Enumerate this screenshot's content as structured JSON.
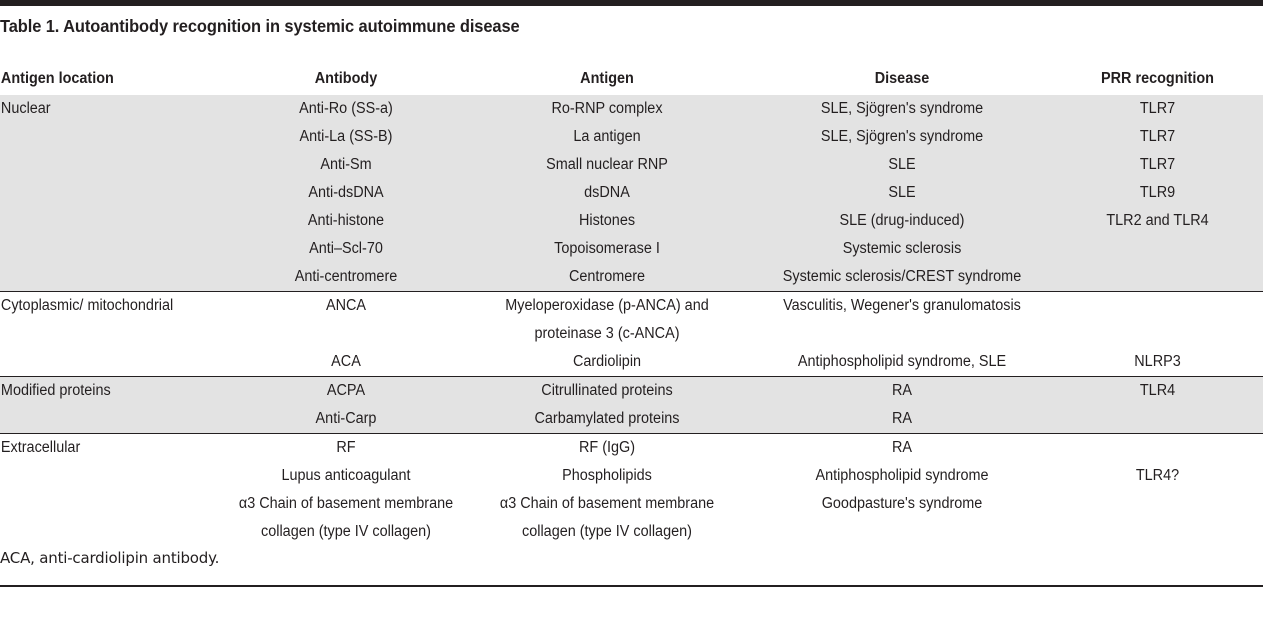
{
  "figure": {
    "title": "Table 1. Autoantibody recognition in systemic autoimmune disease",
    "footnote": "ACA, anti-cardiolipin antibody.",
    "colors": {
      "rule": "#231f20",
      "shaded_band": "#e3e3e3",
      "page_background": "#ffffff",
      "text": "#231f20"
    }
  },
  "table": {
    "columns": [
      {
        "key": "antigen_location",
        "header": "Antigen location",
        "align": "left"
      },
      {
        "key": "antibody",
        "header": "Antibody",
        "align": "center"
      },
      {
        "key": "antigen",
        "header": "Antigen",
        "align": "center"
      },
      {
        "key": "disease",
        "header": "Disease",
        "align": "center"
      },
      {
        "key": "prr",
        "header": "PRR recognition",
        "align": "center"
      }
    ],
    "sections": [
      {
        "name": "nuclear",
        "shaded": true,
        "rows": [
          {
            "antigen_location": "Nuclear",
            "antibody": "Anti-Ro (SS-a)",
            "antigen": "Ro-RNP complex",
            "disease": "SLE, Sjögren's syndrome",
            "prr": "TLR7"
          },
          {
            "antigen_location": "",
            "antibody": "Anti-La (SS-B)",
            "antigen": "La antigen",
            "disease": "SLE, Sjögren's syndrome",
            "prr": "TLR7"
          },
          {
            "antigen_location": "",
            "antibody": "Anti-Sm",
            "antigen": "Small nuclear RNP",
            "disease": "SLE",
            "prr": "TLR7"
          },
          {
            "antigen_location": "",
            "antibody": "Anti-dsDNA",
            "antigen": "dsDNA",
            "disease": "SLE",
            "prr": "TLR9"
          },
          {
            "antigen_location": "",
            "antibody": "Anti-histone",
            "antigen": "Histones",
            "disease": "SLE (drug-induced)",
            "prr": "TLR2 and TLR4"
          },
          {
            "antigen_location": "",
            "antibody": "Anti–Scl-70",
            "antigen": "Topoisomerase I",
            "disease": "Systemic sclerosis",
            "prr": ""
          },
          {
            "antigen_location": "",
            "antibody": "Anti-centromere",
            "antigen": "Centromere",
            "disease": "Systemic sclerosis/CREST syndrome",
            "prr": ""
          }
        ]
      },
      {
        "name": "cytoplasmic-mitochondrial",
        "shaded": false,
        "rows": [
          {
            "antigen_location": "Cytoplasmic/ mitochondrial",
            "antibody": "ANCA",
            "antigen": "Myeloperoxidase (p-ANCA) and\nproteinase 3 (c-ANCA)",
            "disease": "Vasculitis, Wegener's granulomatosis",
            "prr": ""
          },
          {
            "antigen_location": "",
            "antibody": "ACA",
            "antigen": "Cardiolipin",
            "disease": "Antiphospholipid syndrome, SLE",
            "prr": "NLRP3"
          }
        ]
      },
      {
        "name": "modified-proteins",
        "shaded": true,
        "rows": [
          {
            "antigen_location": "Modified proteins",
            "antibody": "ACPA",
            "antigen": "Citrullinated proteins",
            "disease": "RA",
            "prr": "TLR4"
          },
          {
            "antigen_location": "",
            "antibody": "Anti-Carp",
            "antigen": "Carbamylated proteins",
            "disease": "RA",
            "prr": ""
          }
        ]
      },
      {
        "name": "extracellular",
        "shaded": false,
        "rows": [
          {
            "antigen_location": "Extracellular",
            "antibody": "RF",
            "antigen": "RF (IgG)",
            "disease": "RA",
            "prr": ""
          },
          {
            "antigen_location": "",
            "antibody": "Lupus anticoagulant",
            "antigen": "Phospholipids",
            "disease": "Antiphospholipid syndrome",
            "prr": "TLR4?"
          },
          {
            "antigen_location": "",
            "antibody": "α3 Chain of basement membrane\ncollagen (type IV collagen)",
            "antigen": "α3 Chain of basement membrane\ncollagen (type IV collagen)",
            "disease": "Goodpasture's syndrome",
            "prr": ""
          }
        ]
      }
    ]
  }
}
